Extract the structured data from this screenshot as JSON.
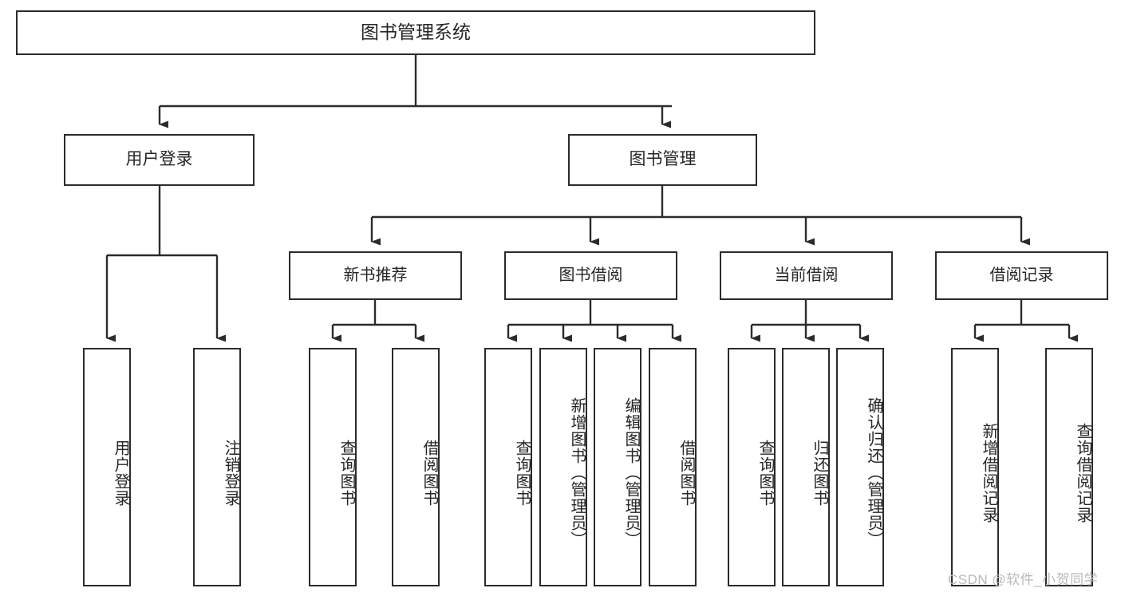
{
  "diagram": {
    "type": "hierarchy-tree",
    "title_node": {
      "label": "图书管理系统"
    },
    "level2": [
      {
        "id": "user-login",
        "label": "用户登录"
      },
      {
        "id": "book-management",
        "label": "图书管理"
      }
    ],
    "level3": [
      {
        "id": "new-book-recommend",
        "label": "新书推荐",
        "parent": "book-management"
      },
      {
        "id": "book-borrow",
        "label": "图书借阅",
        "parent": "book-management"
      },
      {
        "id": "current-borrow",
        "label": "当前借阅",
        "parent": "book-management"
      },
      {
        "id": "borrow-record",
        "label": "借阅记录",
        "parent": "book-management"
      }
    ],
    "leaves": [
      {
        "id": "leaf-user-login",
        "label": "用户登录",
        "parent": "user-login"
      },
      {
        "id": "leaf-logout-login",
        "label": "注销登录",
        "parent": "user-login"
      },
      {
        "id": "leaf-query-book-1",
        "label": "查询图书",
        "parent": "new-book-recommend"
      },
      {
        "id": "leaf-borrow-book-1",
        "label": "借阅图书",
        "parent": "new-book-recommend"
      },
      {
        "id": "leaf-query-book-2",
        "label": "查询图书",
        "parent": "book-borrow"
      },
      {
        "id": "leaf-add-book",
        "label": "新增图书（管理员）",
        "parent": "book-borrow"
      },
      {
        "id": "leaf-edit-book",
        "label": "编辑图书（管理员）",
        "parent": "book-borrow"
      },
      {
        "id": "leaf-borrow-book-2",
        "label": "借阅图书",
        "parent": "book-borrow"
      },
      {
        "id": "leaf-query-book-3",
        "label": "查询图书",
        "parent": "current-borrow"
      },
      {
        "id": "leaf-return-book",
        "label": "归还图书",
        "parent": "current-borrow"
      },
      {
        "id": "leaf-confirm-return",
        "label": "确认归还（管理员）",
        "parent": "current-borrow"
      },
      {
        "id": "leaf-add-record",
        "label": "新增借阅记录",
        "parent": "borrow-record"
      },
      {
        "id": "leaf-query-record",
        "label": "查询借阅记录",
        "parent": "borrow-record"
      }
    ],
    "colors": {
      "box_border": "#2b2b2b",
      "connector": "#2b2b2b",
      "text": "#262626",
      "background": "#ffffff",
      "watermark": "#b9b9b9"
    }
  },
  "watermark": {
    "text": "CSDN @软件_小贺同学"
  }
}
